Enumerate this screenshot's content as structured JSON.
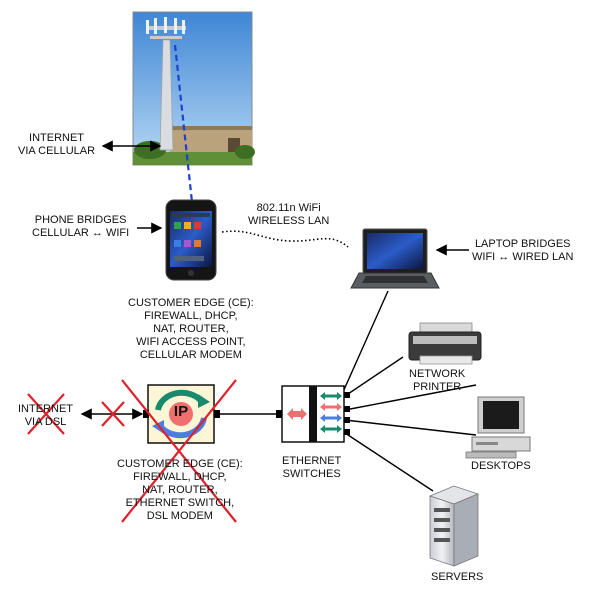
{
  "internet_cellular": [
    "INTERNET",
    "VIA CELLULAR"
  ],
  "phone_bridges": [
    "PHONE BRIDGES",
    "CELLULAR ↔ WIFI"
  ],
  "wifi_lan": [
    "802.11n WiFi",
    "WIRELESS LAN"
  ],
  "laptop_bridges": [
    "LAPTOP BRIDGES",
    "WIFI ↔ WIRED LAN"
  ],
  "ce_phone": [
    "CUSTOMER EDGE (CE):",
    "FIREWALL, DHCP,",
    "NAT, ROUTER,",
    "WIFI ACCESS POINT,",
    "CELLULAR MODEM"
  ],
  "internet_dsl": [
    "INTERNET",
    "VIA DSL"
  ],
  "ip_label": "IP",
  "ce_dsl": [
    "CUSTOMER EDGE (CE):",
    "FIREWALL, DHCP,",
    "NAT, ROUTER,",
    "ETHERNET SWITCH,",
    "DSL MODEM"
  ],
  "ethernet_switches": [
    "ETHERNET",
    "SWITCHES"
  ],
  "network_printer": [
    "NETWORK",
    "PRINTER"
  ],
  "desktops": "DESKTOPS",
  "servers": "SERVERS",
  "colors": {
    "cross": "#e0202a",
    "cell_link": "#1f3fd0",
    "sky": "#7fb6e8",
    "grass": "#4f8a2e",
    "arrow_green": "#1a8a6e",
    "arrow_blue": "#4a7fe0",
    "arrow_red": "#f07070",
    "ip_box": "#fdf6d6"
  }
}
